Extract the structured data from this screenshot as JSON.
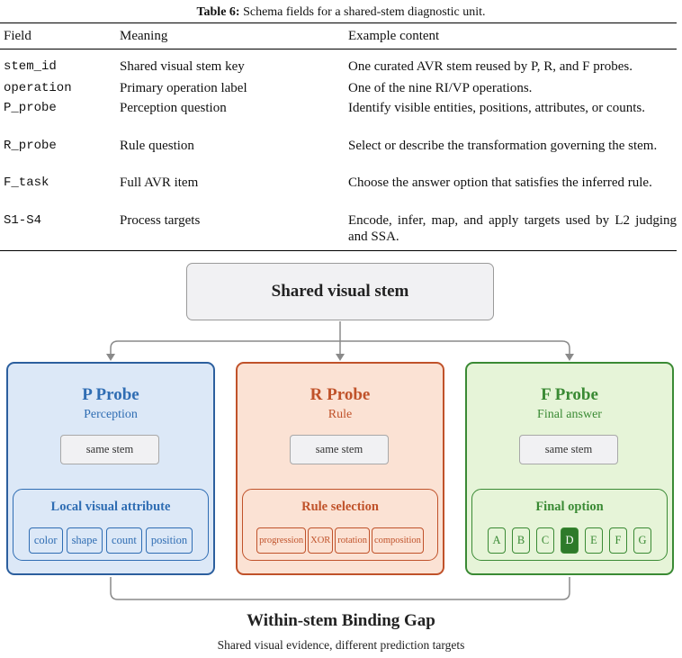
{
  "table": {
    "caption_label": "Table 6:",
    "caption_text": " Schema fields for a shared-stem diagnostic unit.",
    "headers": [
      "Field",
      "Meaning",
      "Example content"
    ],
    "rows": [
      {
        "field": "stem_id",
        "meaning": "Shared visual stem key",
        "example": "One curated AVR stem reused by P, R, and F probes."
      },
      {
        "field": "operation",
        "meaning": "Primary operation label",
        "example": "One of the nine RI/VP operations."
      },
      {
        "field": "P_probe",
        "meaning": "Perception question",
        "example": "Identify visible entities, positions, attributes, or counts."
      },
      {
        "field": "R_probe",
        "meaning": "Rule question",
        "example": "Select or describe the transformation governing the stem."
      },
      {
        "field": "F_task",
        "meaning": "Full AVR item",
        "example": "Choose the answer option that satisfies the inferred rule."
      },
      {
        "field": "S1-S4",
        "meaning": "Process targets",
        "example": "Encode, infer, map, and apply targets used by L2 judging and SSA."
      }
    ]
  },
  "diagram": {
    "stem_label": "Shared visual stem",
    "same_stem_label": "same stem",
    "panels": {
      "p": {
        "title": "P Probe",
        "subtitle": "Perception",
        "inner_title": "Local visual attribute",
        "chips": [
          "color",
          "shape",
          "count",
          "position"
        ]
      },
      "r": {
        "title": "R Probe",
        "subtitle": "Rule",
        "inner_title": "Rule selection",
        "chips": [
          "progression",
          "XOR",
          "rotation",
          "composition"
        ]
      },
      "f": {
        "title": "F Probe",
        "subtitle": "Final answer",
        "inner_title": "Final option",
        "chips": [
          "A",
          "B",
          "C",
          "D",
          "E",
          "F",
          "G"
        ],
        "selected": "D"
      }
    },
    "gap_title": "Within-stem Binding Gap",
    "gap_subtitle": "Shared visual evidence, different prediction targets",
    "colors": {
      "perception": "#2f6db3",
      "rule": "#c0522a",
      "final": "#3a8a34",
      "connector": "#8a8a8a"
    }
  }
}
